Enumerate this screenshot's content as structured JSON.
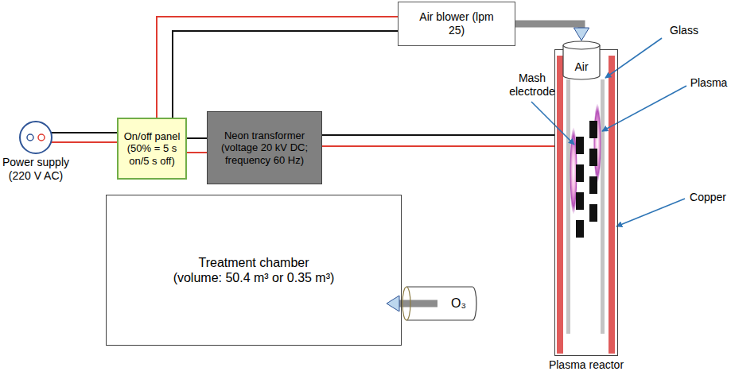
{
  "diagram": {
    "nodes": [
      {
        "text": [
          "Air blower (lpm 25)"
        ]
      },
      {
        "text": [
          "Power supply (220 V AC)"
        ]
      },
      {
        "text": [
          "On/off panel (50% = 5 s on/5 s off)"
        ]
      },
      {
        "text": [
          "Neon transformer (voltage 20 kV DC; frequency 60 Hz)"
        ]
      },
      {
        "text": [
          "Plasma reactor"
        ]
      },
      {
        "text": [
          "Air"
        ],
        "in": 4
      },
      {
        "text": [
          "Treatment chamber",
          "(volume: 50.4 m³ or 0.35 m³)"
        ]
      },
      {
        "text": [
          "O₃"
        ]
      }
    ],
    "edges": [
      {
        "from": 1,
        "to": 2,
        "arrow": "none"
      },
      {
        "from": 2,
        "to": 3,
        "arrow": "none"
      },
      {
        "from": 2,
        "to": 0,
        "arrow": "none"
      },
      {
        "from": 3,
        "to": 4,
        "arrow": "none"
      },
      {
        "from": 0,
        "to": 5,
        "arrow": "to"
      }
    ],
    "labels": [
      "Glass",
      "Mash electrode",
      "Plasma",
      "Copper"
    ]
  }
}
